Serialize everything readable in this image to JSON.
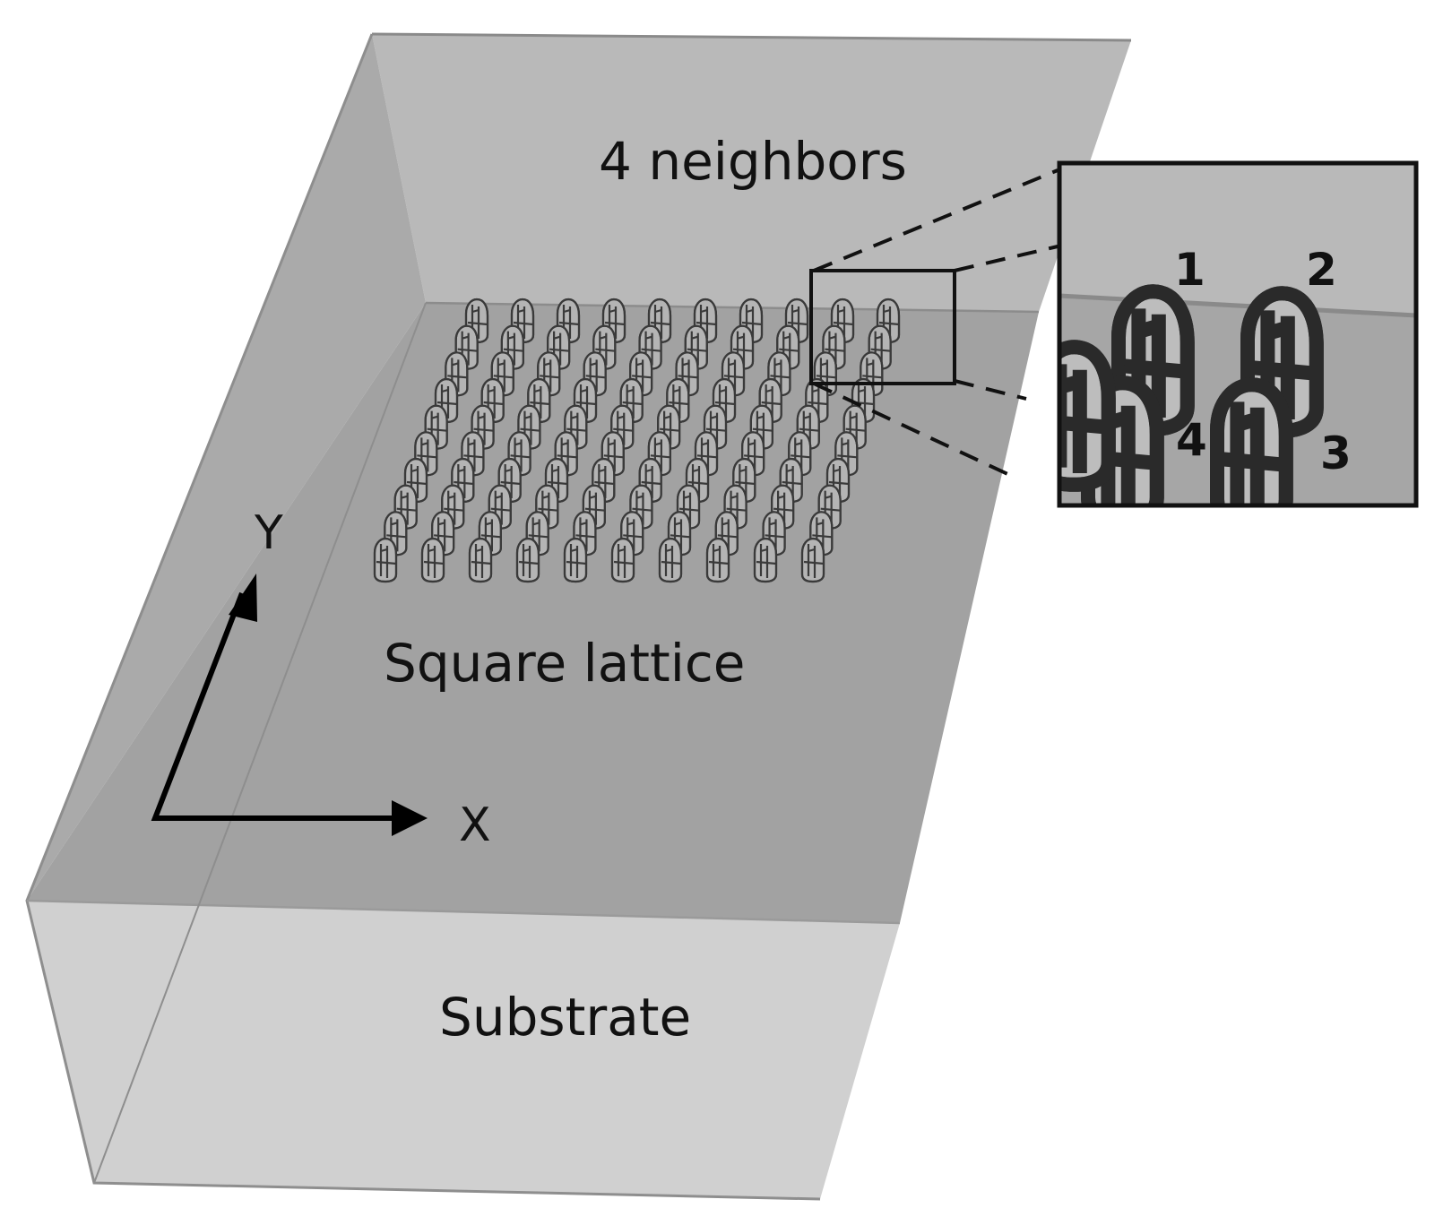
{
  "labels": {
    "neighbors": "4 neighbors",
    "lattice": "Square lattice",
    "substrate": "Substrate",
    "axis_x": "X",
    "axis_y": "Y"
  },
  "zoom": {
    "neighbor_numbers": [
      "1",
      "2",
      "3",
      "4"
    ]
  },
  "lattice": {
    "rows": 10,
    "cols": 10
  },
  "colors": {
    "back_wall": "#b8b8b8",
    "left_wall": "#a9a9a9",
    "floor": "#a2a2a2",
    "front_face": "#cfcfcf",
    "zoom_bg": "#a8a8a8",
    "outline": "#111111"
  }
}
